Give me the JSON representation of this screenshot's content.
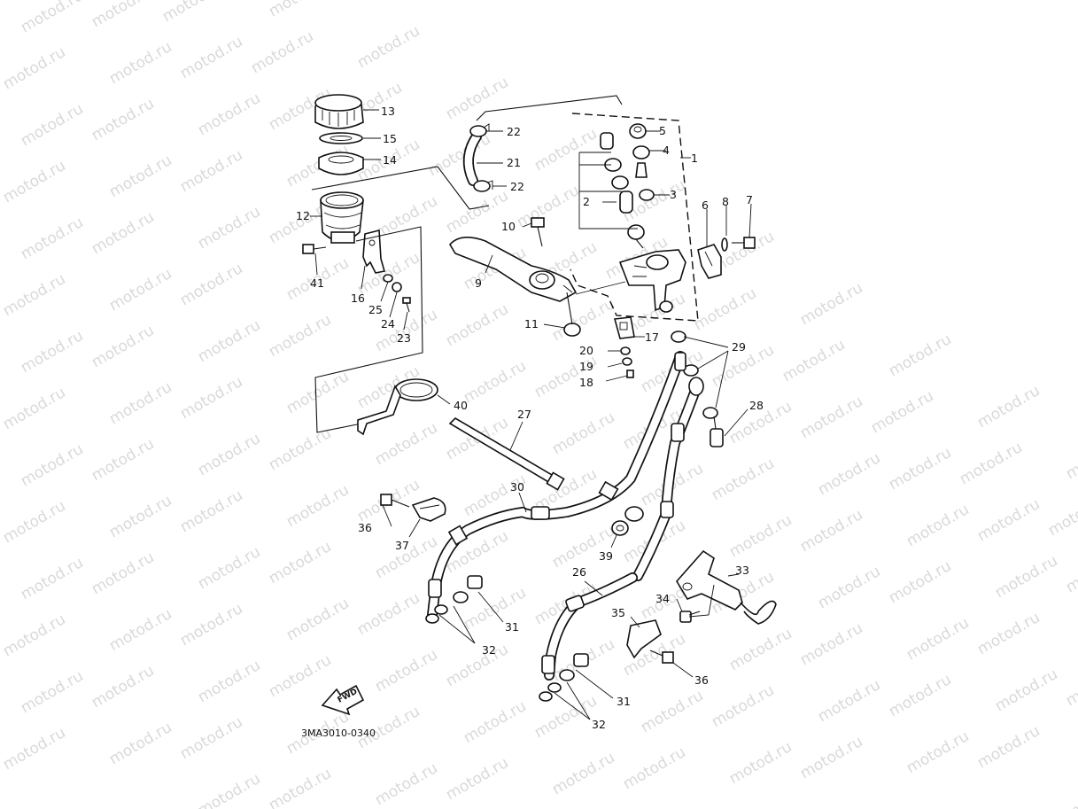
{
  "diagram": {
    "watermark_text": "motod.ru",
    "drawing_code": "3MA3010-0340",
    "fwd_label": "FWD",
    "callouts": {
      "p1": "1",
      "p2": "2",
      "p3": "3",
      "p4": "4",
      "p5": "5",
      "p6": "6",
      "p7": "7",
      "p8": "8",
      "p9": "9",
      "p10": "10",
      "p11": "11",
      "p12": "12",
      "p13": "13",
      "p14": "14",
      "p15": "15",
      "p16": "16",
      "p17": "17",
      "p18": "18",
      "p19": "19",
      "p20": "20",
      "p21": "21",
      "p22a": "22",
      "p22b": "22",
      "p23": "23",
      "p24": "24",
      "p25": "25",
      "p26": "26",
      "p27": "27",
      "p28": "28",
      "p29": "29",
      "p30": "30",
      "p31a": "31",
      "p31b": "31",
      "p32a": "32",
      "p32b": "32",
      "p33": "33",
      "p34": "34",
      "p35": "35",
      "p36a": "36",
      "p36b": "36",
      "p37": "37",
      "p39": "39",
      "p40": "40",
      "p41": "41"
    }
  }
}
